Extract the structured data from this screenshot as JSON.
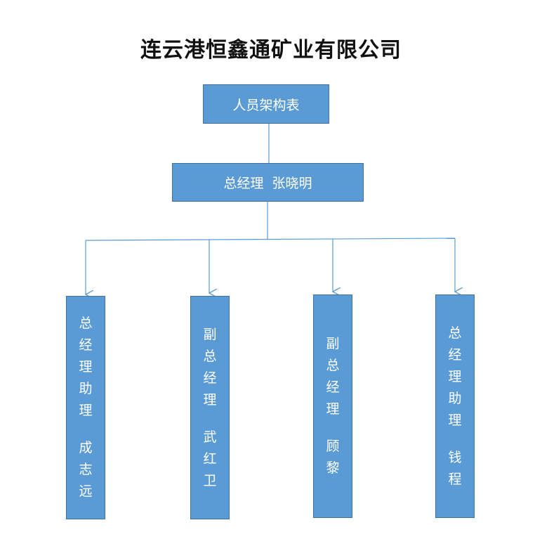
{
  "title": "连云港恒鑫通矿业有限公司",
  "root": {
    "label": "人员架构表"
  },
  "manager": {
    "label": "总经理  张晓明"
  },
  "subordinates": [
    {
      "role": "总经理助理",
      "name": "成志远"
    },
    {
      "role": "副总经理",
      "name": "武红卫"
    },
    {
      "role": "副总经理",
      "name": "顾黎"
    },
    {
      "role": "总经理助理",
      "name": "钱程"
    }
  ],
  "colors": {
    "box_fill": "#5b9bd5",
    "box_border": "#41719c",
    "line": "#5b9bd5"
  }
}
